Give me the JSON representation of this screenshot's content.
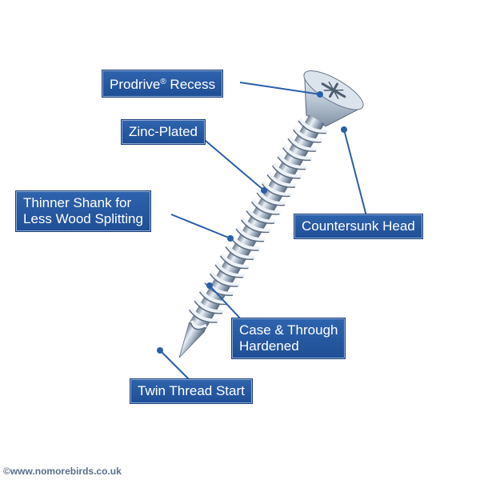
{
  "labels": {
    "recess": "Prodrive",
    "recess_mark": "®",
    "recess_suffix": " Recess",
    "zinc": "Zinc-Plated",
    "shank_line1": "Thinner Shank for",
    "shank_line2": "Less Wood Splitting",
    "head": "Countersunk Head",
    "hardened_line1": "Case & Through",
    "hardened_line2": "Hardened",
    "twin": "Twin Thread Start"
  },
  "watermark": "©www.nomorebirds.co.uk",
  "colors": {
    "label_bg": "#2a5ea8",
    "label_text": "#ffffff",
    "leader": "#2a5ea8",
    "screw": "#b9c6d3"
  }
}
